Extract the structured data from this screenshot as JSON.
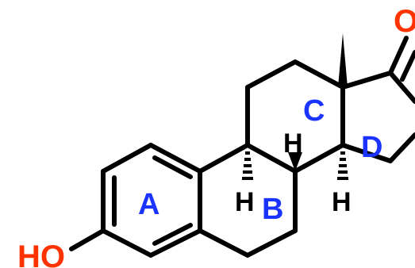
{
  "labels": {
    "ho": "HO",
    "oxygen": "O",
    "ring_a": "A",
    "ring_b": "B",
    "ring_c": "C",
    "ring_d": "D",
    "h_c8": "H",
    "h_c9": "H",
    "h_c14": "H"
  },
  "colors": {
    "bond": "#000000",
    "heteroatom": "#ff3300",
    "ring_label": "#1a33ff",
    "hydrogen": "#000000",
    "background": "#ffffff"
  }
}
